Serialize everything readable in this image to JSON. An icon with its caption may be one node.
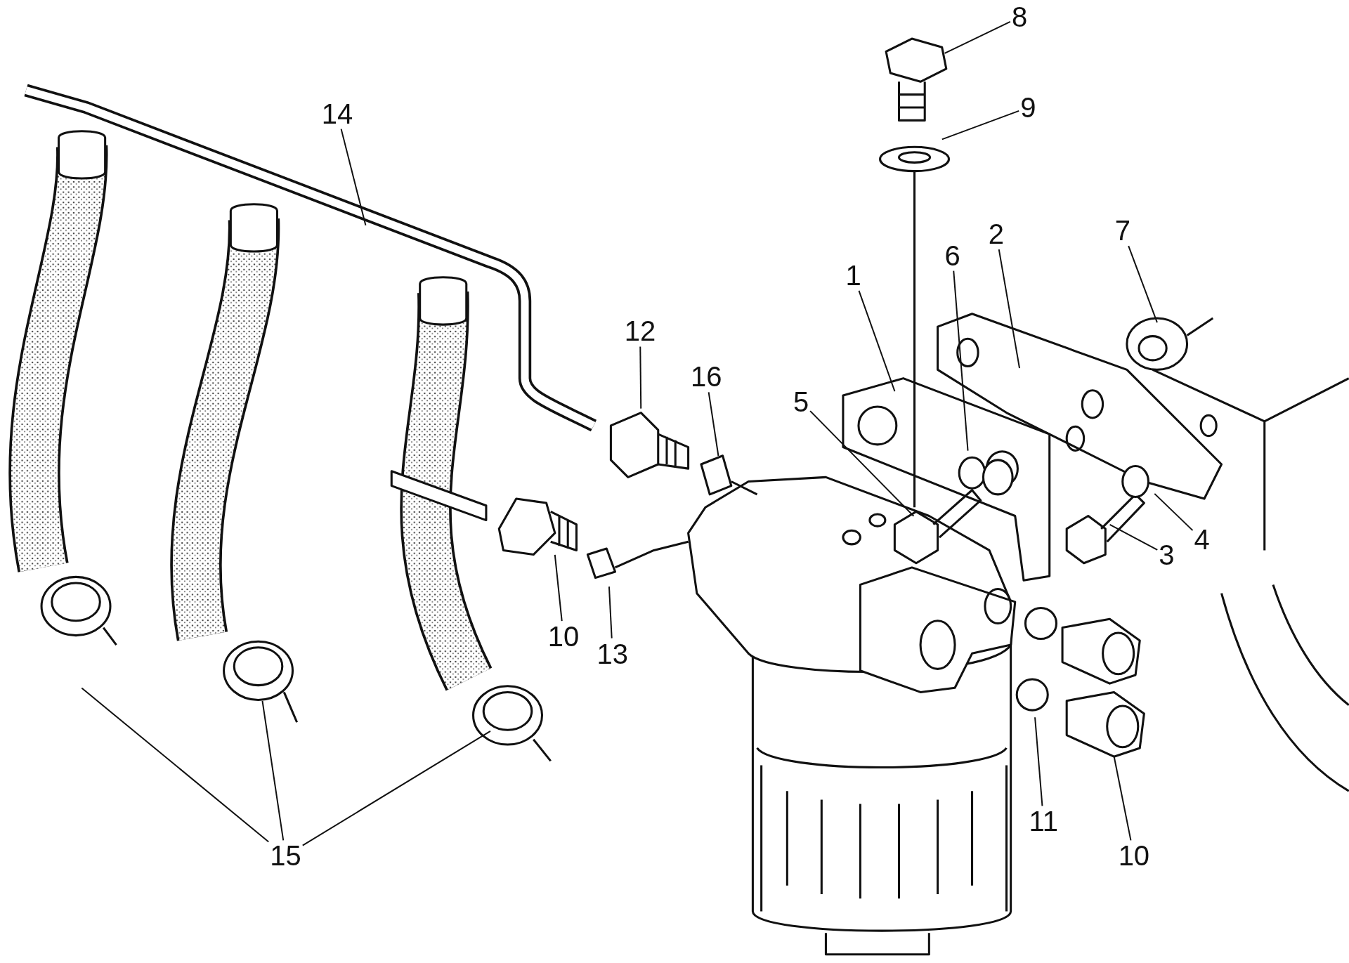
{
  "diagram": {
    "nodes": [
      {
        "text": [
          "8"
        ]
      },
      {
        "text": [
          "9"
        ]
      },
      {
        "text": [
          "14"
        ]
      },
      {
        "text": [
          "7"
        ]
      },
      {
        "text": [
          "2"
        ]
      },
      {
        "text": [
          "6"
        ]
      },
      {
        "text": [
          "1"
        ]
      },
      {
        "text": [
          "12"
        ]
      },
      {
        "text": [
          "16"
        ]
      },
      {
        "text": [
          "5"
        ]
      },
      {
        "text": [
          "4"
        ]
      },
      {
        "text": [
          "3"
        ]
      },
      {
        "text": [
          "10"
        ]
      },
      {
        "text": [
          "13"
        ]
      },
      {
        "text": [
          "11"
        ]
      },
      {
        "text": [
          "10"
        ]
      },
      {
        "text": [
          "15"
        ]
      }
    ],
    "edges": [
      {
        "from": 0,
        "to": null,
        "arrow": "none"
      },
      {
        "from": 1,
        "to": null,
        "arrow": "none"
      },
      {
        "from": 2,
        "to": null,
        "arrow": "none"
      },
      {
        "from": 3,
        "to": null,
        "arrow": "none"
      },
      {
        "from": 4,
        "to": null,
        "arrow": "none"
      },
      {
        "from": 5,
        "to": null,
        "arrow": "none"
      },
      {
        "from": 6,
        "to": null,
        "arrow": "none"
      },
      {
        "from": 7,
        "to": null,
        "arrow": "none"
      },
      {
        "from": 8,
        "to": null,
        "arrow": "none"
      },
      {
        "from": 9,
        "to": null,
        "arrow": "none"
      },
      {
        "from": 10,
        "to": null,
        "arrow": "none"
      },
      {
        "from": 11,
        "to": null,
        "arrow": "none"
      },
      {
        "from": 12,
        "to": null,
        "arrow": "none"
      },
      {
        "from": 13,
        "to": null,
        "arrow": "none"
      },
      {
        "from": 14,
        "to": null,
        "arrow": "none"
      },
      {
        "from": 15,
        "to": null,
        "arrow": "none"
      },
      {
        "from": 16,
        "to": null,
        "arrow": "none"
      },
      {
        "from": 16,
        "to": null,
        "arrow": "none"
      },
      {
        "from": 16,
        "to": null,
        "arrow": "none"
      }
    ]
  }
}
